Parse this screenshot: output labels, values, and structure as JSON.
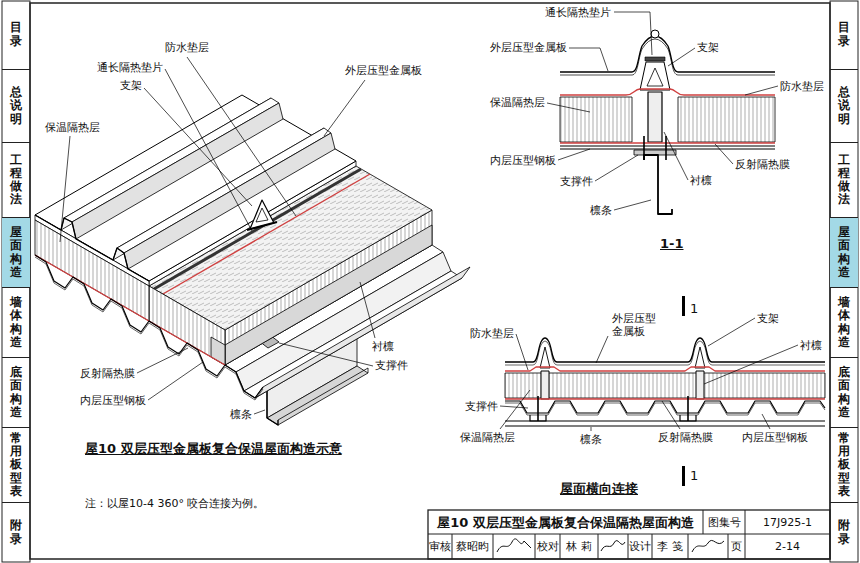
{
  "diagram": {
    "title": "屋10 双层压型金属板复合保温隔热屋面构造",
    "caption": "屋10 双层压型金属板复合保温屋面构造示意",
    "nodes": [
      {
        "text": [
          "目录"
        ]
      },
      {
        "text": [
          "总说明"
        ]
      },
      {
        "text": [
          "工程做法"
        ]
      },
      {
        "text": [
          "屋面构造"
        ]
      },
      {
        "text": [
          "墙体构造"
        ]
      },
      {
        "text": [
          "底面构造"
        ]
      },
      {
        "text": [
          "常用板型表"
        ]
      },
      {
        "text": [
          "附录"
        ]
      },
      {
        "text": [
          "目录"
        ]
      },
      {
        "text": [
          "总说明"
        ]
      },
      {
        "text": [
          "工程做法"
        ]
      },
      {
        "text": [
          "屋面构造"
        ]
      },
      {
        "text": [
          "墙体构造"
        ]
      },
      {
        "text": [
          "底面构造"
        ]
      },
      {
        "text": [
          "常用板型表"
        ]
      },
      {
        "text": [
          "附录"
        ]
      }
    ],
    "labels": [
      "防水垫层",
      "通长隔热垫片",
      "支架",
      "外层压型金属板",
      "保温隔热层",
      "衬檩",
      "支撑件",
      "反射隔热膜",
      "内层压型钢板",
      "檩条",
      "注：以屋10-4 360° 咬合连接为例。",
      "通长隔热垫片",
      "外层压型金属板",
      "支架",
      "防水垫层",
      "保温隔热层",
      "内层压型钢板",
      "反射隔热膜",
      "衬檩",
      "支撑件",
      "檩条",
      "1-1",
      "1",
      "外层压型 金属板",
      "防水垫层",
      "支架",
      "衬檩",
      "支撑件",
      "保温隔热层",
      "檩条",
      "反射隔热膜",
      "内层压型钢板",
      "1",
      "屋面横向连接",
      "图集号",
      "17J925-1",
      "审核",
      "蔡昭昀",
      "校对",
      "林 莉",
      "设计",
      "李 笺",
      "页",
      "2-14"
    ]
  }
}
